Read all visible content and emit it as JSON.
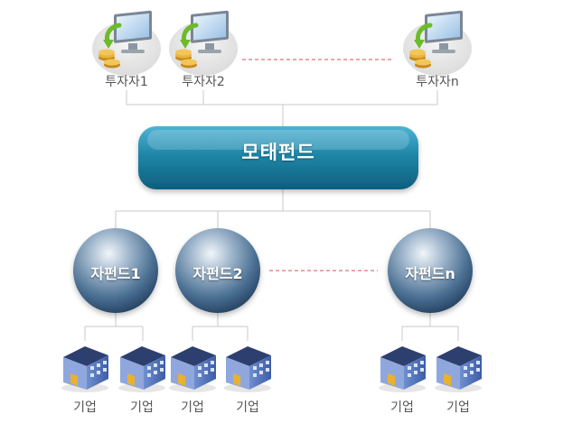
{
  "investors": [
    {
      "label": "투자자1"
    },
    {
      "label": "투자자2"
    },
    {
      "label": "투자자n"
    }
  ],
  "main_fund": {
    "label": "모태펀드"
  },
  "sub_funds": [
    {
      "label": "자펀드1"
    },
    {
      "label": "자펀드2"
    },
    {
      "label": "자펀드n"
    }
  ],
  "companies": [
    {
      "label": "기업"
    },
    {
      "label": "기업"
    },
    {
      "label": "기업"
    },
    {
      "label": "기업"
    },
    {
      "label": "기업"
    },
    {
      "label": "기업"
    }
  ],
  "colors": {
    "main_fund": "#1f86a8",
    "sub_fund": "#3a5d80",
    "connector": "#c8c8c8",
    "dashed": "#d94f4f",
    "label_text": "#555555"
  },
  "icons": {
    "investor": "computer-with-coins-icon",
    "company": "building-icon"
  }
}
